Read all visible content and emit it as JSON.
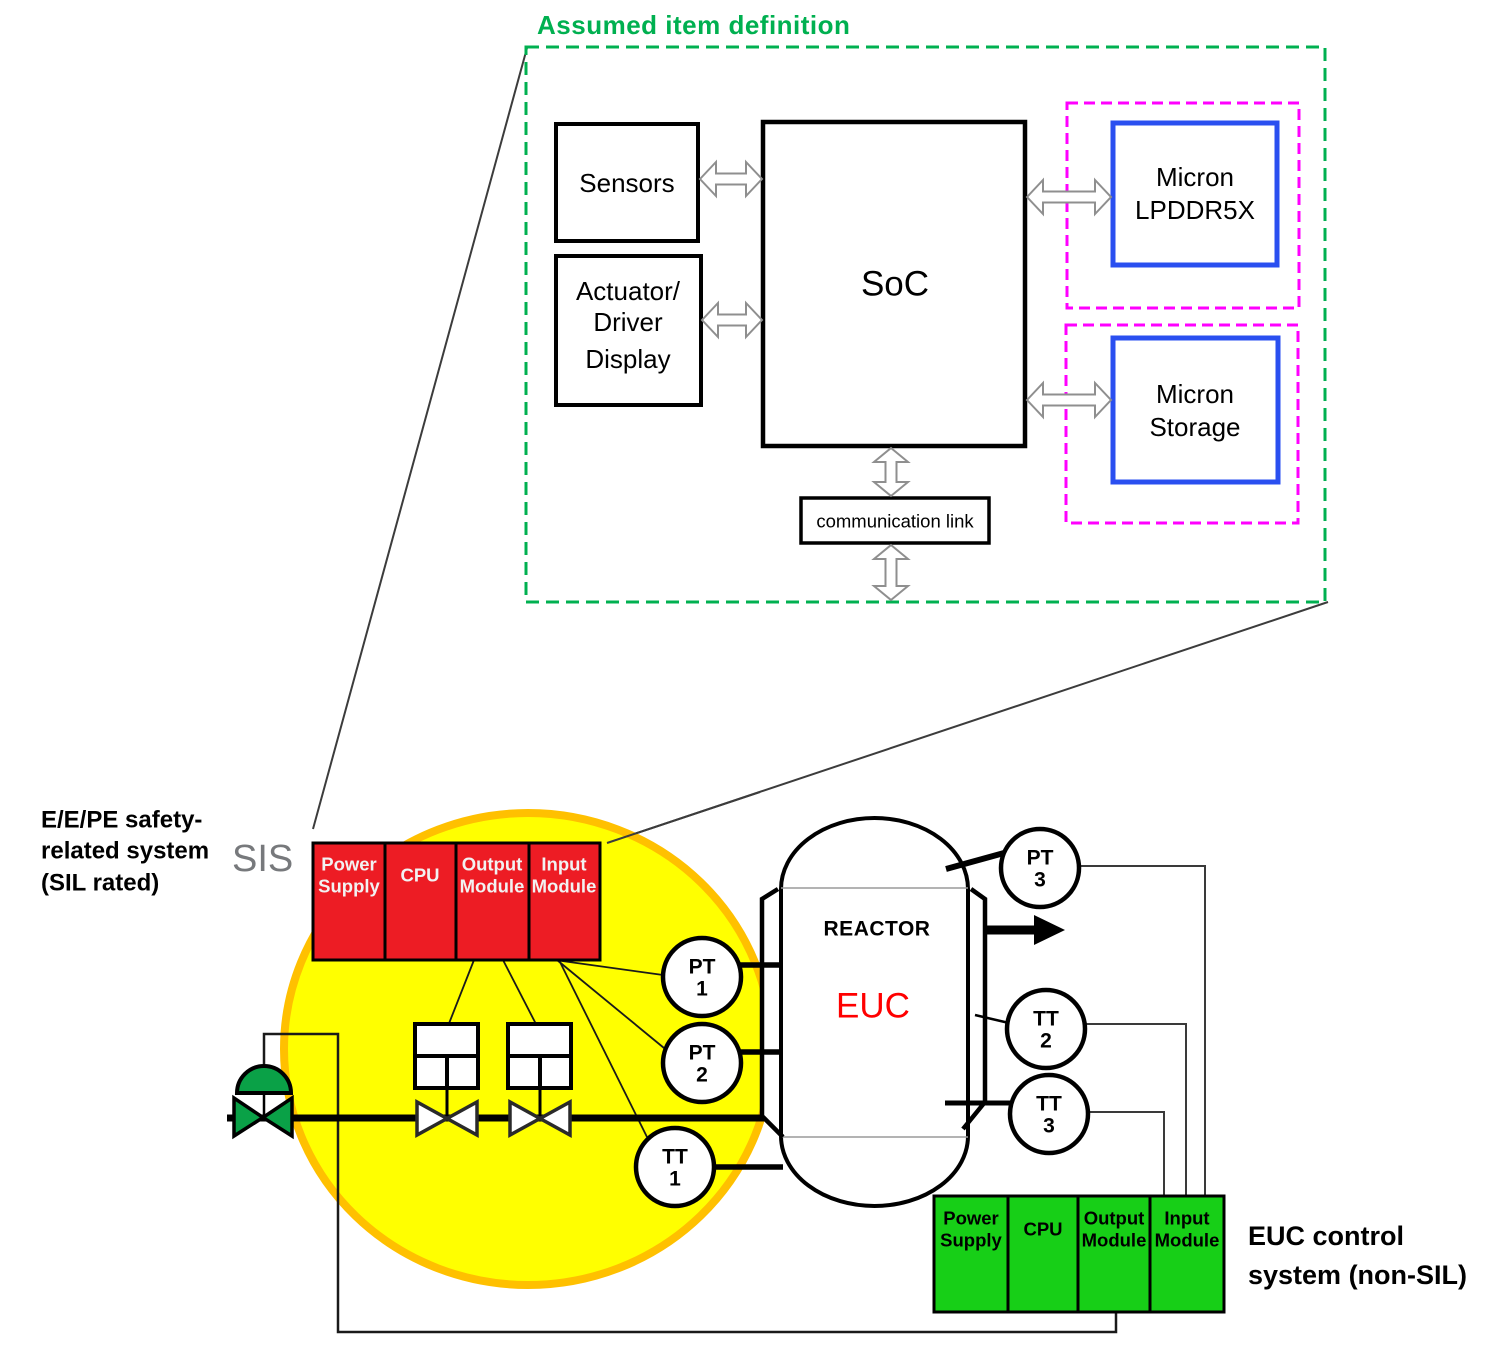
{
  "colors": {
    "definition_green": "#00b050",
    "magenta_dash": "#ff00ff",
    "blue_border": "#2a4ff0",
    "sis_red": "#ed1c24",
    "euc_green": "#17cf17",
    "zone_yellow": "#ffff00",
    "zone_yellow_border": "#ffc000",
    "valve_green": "#0aa147",
    "sis_gray": "#77797c",
    "euc_red": "#ff0000",
    "line_black": "#000000",
    "arrow_outline": "#8f8f8f",
    "signal_line": "#404040"
  },
  "item_definition": {
    "title": "Assumed item definition",
    "sensors_label": "Sensors",
    "actuator_lines": [
      "Actuator/",
      "Driver",
      "Display"
    ],
    "soc_label": "SoC",
    "memory_lines": [
      "Micron",
      "LPDDR5X"
    ],
    "storage_lines": [
      "Micron",
      "Storage"
    ],
    "comm_link_label": "communication link"
  },
  "plant": {
    "sis_caption": [
      "E/E/PE safety-",
      "related system",
      "(SIL rated)"
    ],
    "sis_label": "SIS",
    "sis_modules": [
      {
        "line1": "Power",
        "line2": "Supply"
      },
      {
        "line1": "CPU",
        "line2": ""
      },
      {
        "line1": "Output",
        "line2": "Module"
      },
      {
        "line1": "Input",
        "line2": "Module"
      }
    ],
    "reactor_label": "REACTOR",
    "euc_label": "EUC",
    "instruments": [
      {
        "line1": "PT",
        "line2": "1"
      },
      {
        "line1": "PT",
        "line2": "2"
      },
      {
        "line1": "TT",
        "line2": "1"
      },
      {
        "line1": "PT",
        "line2": "3"
      },
      {
        "line1": "TT",
        "line2": "2"
      },
      {
        "line1": "TT",
        "line2": "3"
      }
    ],
    "euc_modules": [
      {
        "line1": "Power",
        "line2": "Supply"
      },
      {
        "line1": "CPU",
        "line2": ""
      },
      {
        "line1": "Output",
        "line2": "Module"
      },
      {
        "line1": "Input",
        "line2": "Module"
      }
    ],
    "euc_caption": [
      "EUC control",
      "system (non-SIL)"
    ]
  }
}
